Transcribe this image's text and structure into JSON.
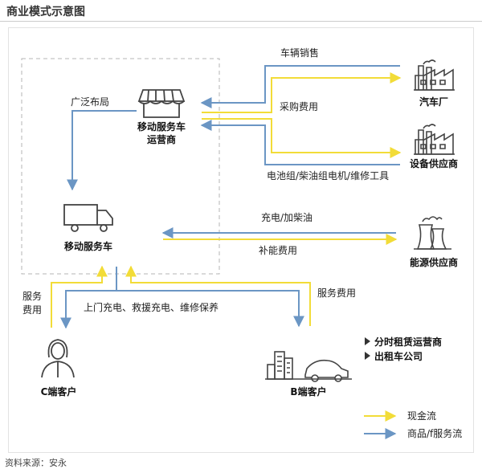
{
  "title": "商业模式示意图",
  "footnote": "资料来源：安永",
  "colors": {
    "cash_flow": "#f2dc38",
    "goods_flow": "#6b96c4",
    "dashed_box": "#b5b5b5",
    "icon": "#444444"
  },
  "nodes": {
    "operator": {
      "line1": "移动服务车",
      "line2": "运营商",
      "icon": "shop-icon"
    },
    "vehicle": {
      "label": "移动服务车",
      "icon": "truck-icon"
    },
    "automaker": {
      "label": "汽车厂",
      "icon": "factory-icon"
    },
    "equipment_supplier": {
      "label": "设备供应商",
      "icon": "factory-icon"
    },
    "energy_supplier": {
      "label": "能源供应商",
      "icon": "cooling-tower-icon"
    },
    "c_customer": {
      "label": "C端客户",
      "icon": "person-icon"
    },
    "b_customer": {
      "label": "B端客户",
      "icon": "building-car-icon"
    }
  },
  "edge_labels": {
    "vehicle_sales": "车辆销售",
    "procurement_fee": "采购费用",
    "equipment": "电池组/柴油组电机/维修工具",
    "wide_deploy": "广泛布局",
    "charging_fuel": "充电/加柴油",
    "energy_fee": "补能费用",
    "service_fee_c_1": "服务",
    "service_fee_c_2": "费用",
    "services": "上门充电、救援充电、维修保养",
    "service_fee_b": "服务费用"
  },
  "b_customer_types": [
    "分时租赁运营商",
    "出租车公司"
  ],
  "legend": {
    "cash_flow": "现金流",
    "goods_flow": "商品/f服务流"
  }
}
